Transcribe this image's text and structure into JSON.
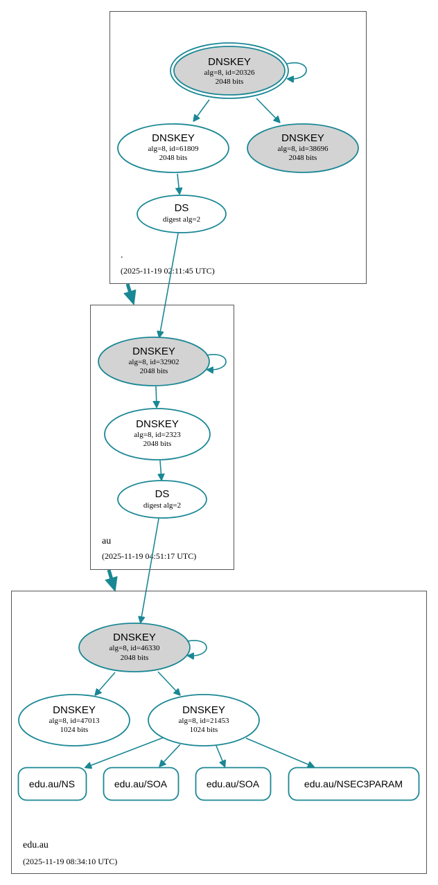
{
  "colors": {
    "edge": "#1a8794",
    "ksk_fill": "#d3d3d3",
    "node_fill": "#ffffff",
    "zone_border": "#555555"
  },
  "zones": [
    {
      "name": ".",
      "timestamp": "(2025-11-19 02:11:45 UTC)",
      "nodes": [
        {
          "type": "DNSKEY",
          "line1": "alg=8, id=20326",
          "line2": "2048 bits",
          "role": "trust-anchor-ksk"
        },
        {
          "type": "DNSKEY",
          "line1": "alg=8, id=61809",
          "line2": "2048 bits",
          "role": "zsk"
        },
        {
          "type": "DNSKEY",
          "line1": "alg=8, id=38696",
          "line2": "2048 bits",
          "role": "ksk"
        },
        {
          "type": "DS",
          "line1": "digest alg=2",
          "role": "ds"
        }
      ]
    },
    {
      "name": "au",
      "timestamp": "(2025-11-19 04:51:17 UTC)",
      "nodes": [
        {
          "type": "DNSKEY",
          "line1": "alg=8, id=32902",
          "line2": "2048 bits",
          "role": "ksk"
        },
        {
          "type": "DNSKEY",
          "line1": "alg=8, id=2323",
          "line2": "2048 bits",
          "role": "zsk"
        },
        {
          "type": "DS",
          "line1": "digest alg=2",
          "role": "ds"
        }
      ]
    },
    {
      "name": "edu.au",
      "timestamp": "(2025-11-19 08:34:10 UTC)",
      "nodes": [
        {
          "type": "DNSKEY",
          "line1": "alg=8, id=46330",
          "line2": "2048 bits",
          "role": "ksk"
        },
        {
          "type": "DNSKEY",
          "line1": "alg=8, id=47013",
          "line2": "1024 bits",
          "role": "zsk"
        },
        {
          "type": "DNSKEY",
          "line1": "alg=8, id=21453",
          "line2": "1024 bits",
          "role": "zsk"
        }
      ],
      "rrsets": [
        "edu.au/NS",
        "edu.au/SOA",
        "edu.au/SOA",
        "edu.au/NSEC3PARAM"
      ]
    }
  ]
}
